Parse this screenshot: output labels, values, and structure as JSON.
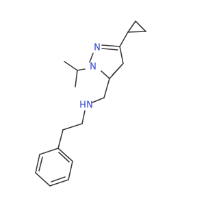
{
  "colors": {
    "background": "#ffffff",
    "bond": "#3a3a3a",
    "nitrogen": "#2c3ed1"
  },
  "atoms": {
    "n_pyrazole_2": "N",
    "n_pyrazole_1": "N",
    "n_amine": "N",
    "h_amine": "H"
  }
}
